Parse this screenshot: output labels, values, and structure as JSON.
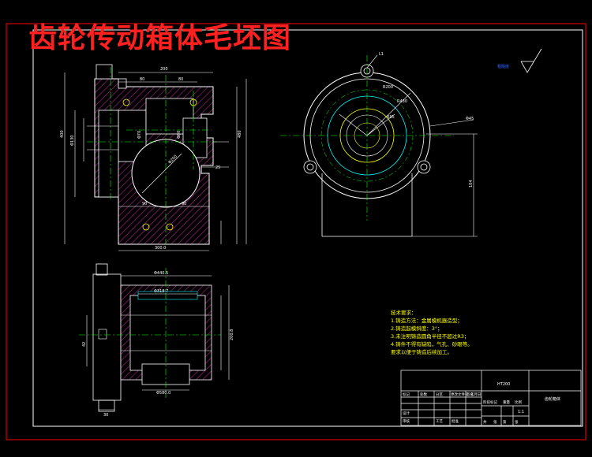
{
  "title": "齿轮传动箱体毛坯图",
  "top_view": {
    "dim_total_width": "200",
    "dim_left_pos": "80",
    "dim_mid_pos": "80",
    "dim_left_height": "400",
    "dim_bore": "Φ200",
    "dim_bore_small": "Φ70",
    "dim_bore_small2": "Φ80",
    "dim_right_height": "480",
    "dim_bottom_width": "300.0",
    "dim_bottom_left": "90",
    "dim_bottom_right": "90",
    "dim_right_small": "25",
    "dim_left_w": "Φ130"
  },
  "side_view": {
    "dim_top": "Φ440.5",
    "dim_inner": "Φ318.7",
    "dim_left_h": "42",
    "dim_right_h": "200.8",
    "dim_bottom": "Φ580.0",
    "dim_bottom_small": "30"
  },
  "circle_view": {
    "dim_r1": "R430",
    "dim_r2": "R200",
    "dim_r3": "R95",
    "dim_right": "Φ45",
    "dim_height": "104",
    "label_top": "L1"
  },
  "symbol_label": "粗糙度",
  "notes": {
    "heading": "技术要求：",
    "lines": [
      "1.铸造方法：金属模机器造型；",
      "2.铸造起模斜度：3°；",
      "3.未注明铸造圆角半径不超过R3；",
      "4.铸件不得有缺陷，气孔、砂眼等。",
      "  要求以便于铸造后续加工。"
    ]
  },
  "title_block": {
    "name": "齿轮箱体",
    "material": "HT200",
    "scale": "1:1",
    "cells": [
      "标记",
      "处数",
      "分区",
      "更改文件号",
      "签名",
      "年月日",
      "设计",
      "审核",
      "工艺",
      "批准",
      "阶段标记",
      "重量",
      "比例",
      "共",
      "张",
      "第",
      "张"
    ]
  }
}
